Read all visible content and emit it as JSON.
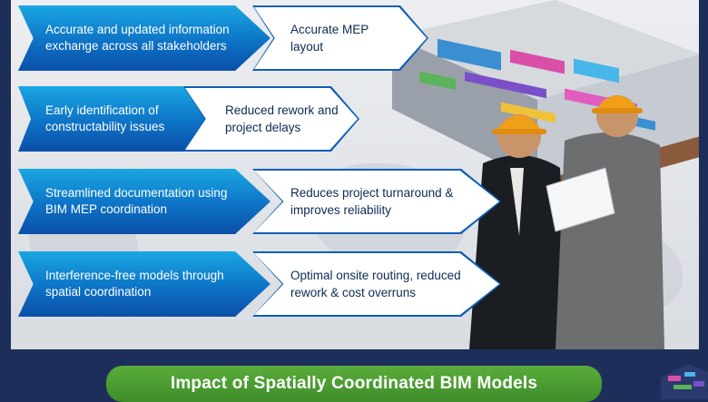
{
  "rows": [
    {
      "benefit": "Accurate and updated information exchange across all stakeholders",
      "impact": "Accurate MEP layout"
    },
    {
      "benefit": "Early identification of constructability issues",
      "impact": "Reduced rework and project delays"
    },
    {
      "benefit": "Streamlined documentation using BIM MEP coordination",
      "impact": "Reduces project turnaround & improves reliability"
    },
    {
      "benefit": "Interference-free models through spatial coordination",
      "impact": "Optimal onsite routing, reduced rework & cost overruns"
    }
  ],
  "footer_title": "Impact of Spatially Coordinated BIM Models",
  "icons": {
    "illustration": "bim-building-engineers-illustration",
    "corner": "bim-model-corner-illustration"
  },
  "colors": {
    "arrow_blue": "#0d73c6",
    "footer_green": "#4a9a32",
    "background_navy": "#1d2e5a"
  }
}
